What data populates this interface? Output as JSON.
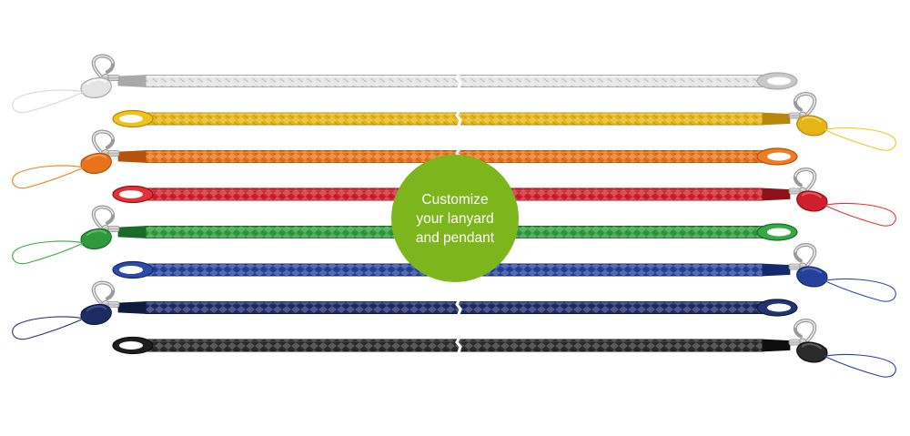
{
  "badge": {
    "line1": "Customize",
    "line2": "your lanyard",
    "line3": "and pendant",
    "color": "#7db51c"
  },
  "lanyards": [
    {
      "name": "white",
      "main": "#e4e4e4",
      "dark": "#a9a9a9",
      "light": "#ffffff",
      "loop": "#c8c8c8",
      "cord": "#d6d6d6",
      "side": "left"
    },
    {
      "name": "yellow",
      "main": "#e5b415",
      "dark": "#b8870c",
      "light": "#f6d96a",
      "loop": "#f1c21a",
      "cord": "#f2c71f",
      "side": "right"
    },
    {
      "name": "orange",
      "main": "#e8731b",
      "dark": "#b5530d",
      "light": "#f6a562",
      "loop": "#ef7d24",
      "cord": "#ef7d24",
      "side": "left"
    },
    {
      "name": "red",
      "main": "#d01f2a",
      "dark": "#8f111a",
      "light": "#ef6a71",
      "loop": "#e53035",
      "cord": "#e53035",
      "side": "right"
    },
    {
      "name": "green",
      "main": "#2f9a3c",
      "dark": "#1a6b25",
      "light": "#6cc473",
      "loop": "#36a844",
      "cord": "#3aa845",
      "side": "left"
    },
    {
      "name": "blue",
      "main": "#24409a",
      "dark": "#15286a",
      "light": "#5b75c9",
      "loop": "#2a4bab",
      "cord": "#2a4bab",
      "side": "right"
    },
    {
      "name": "navy",
      "main": "#1c2c62",
      "dark": "#0f1a3f",
      "light": "#4a5c96",
      "loop": "#22346f",
      "cord": "#22346f",
      "side": "left"
    },
    {
      "name": "black",
      "main": "#2a2a2a",
      "dark": "#0e0e0e",
      "light": "#6a6a6a",
      "loop": "#1e1e1e",
      "cord": "#2a3ea0",
      "side": "right"
    }
  ]
}
